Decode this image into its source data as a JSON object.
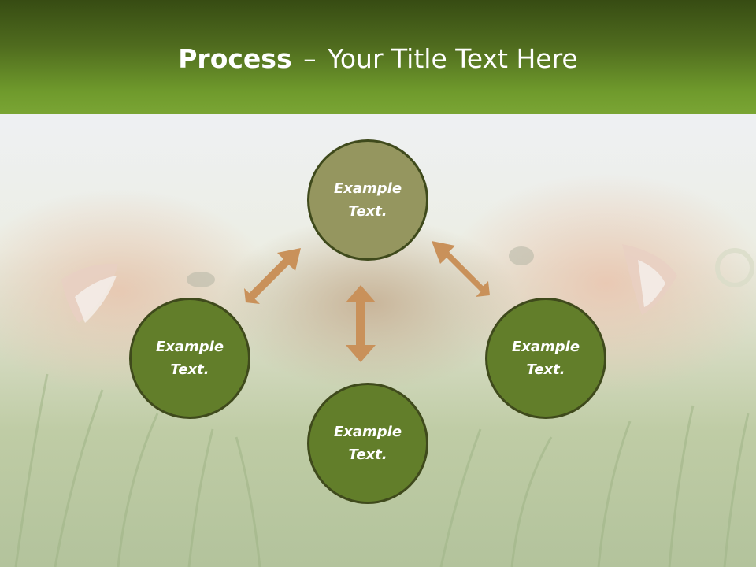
{
  "title": {
    "bold": "Process",
    "dash": "–",
    "rest": "Your Title Text Here"
  },
  "nodes": {
    "top": {
      "line1": "Example",
      "line2": "Text."
    },
    "left": {
      "line1": "Example",
      "line2": "Text."
    },
    "right": {
      "line1": "Example",
      "line2": "Text."
    },
    "bottom": {
      "line1": "Example",
      "line2": "Text."
    }
  },
  "colors": {
    "header_dark": "#374c13",
    "header_light": "#7aa534",
    "node_accent": "#95965f",
    "node_primary": "#627e2a",
    "node_border": "#3f4a1c",
    "arrow": "#c9915a"
  },
  "background_icon": "people-lying-in-grass-photo"
}
